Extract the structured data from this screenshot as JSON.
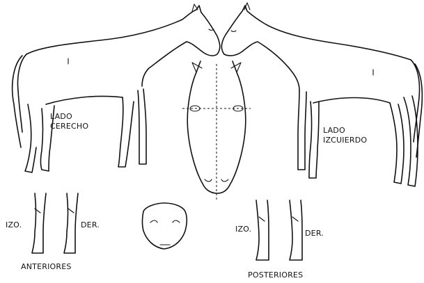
{
  "labels": {
    "lado_derecho_1": "LADO",
    "lado_derecho_2": "CERECHO",
    "lado_izquierdo_1": "LADO",
    "lado_izquierdo_2": "IZCUIERDO",
    "ant_izq": "IZO.",
    "ant_der": "DER.",
    "anteriores": "ANTERIORES",
    "post_izq": "IZO.",
    "post_der": "DER.",
    "posteriores": "POSTERIORES"
  }
}
